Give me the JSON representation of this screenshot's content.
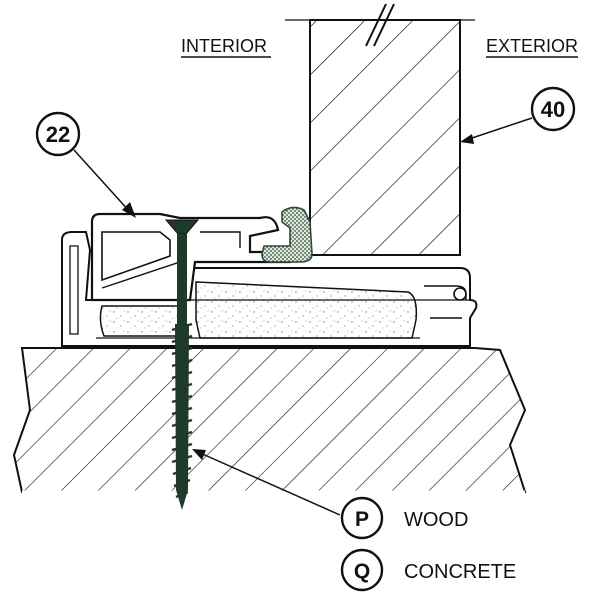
{
  "labels": {
    "interior": "INTERIOR",
    "exterior": "EXTERIOR"
  },
  "callouts": [
    {
      "id": "22"
    },
    {
      "id": "40"
    }
  ],
  "legend": [
    {
      "letter": "P",
      "text": "WOOD"
    },
    {
      "letter": "Q",
      "text": "CONCRETE"
    }
  ],
  "colors": {
    "line": "#111111",
    "screw": "#1f3a2a",
    "seal": "#2f4a35",
    "foam_dots": "#777777"
  }
}
